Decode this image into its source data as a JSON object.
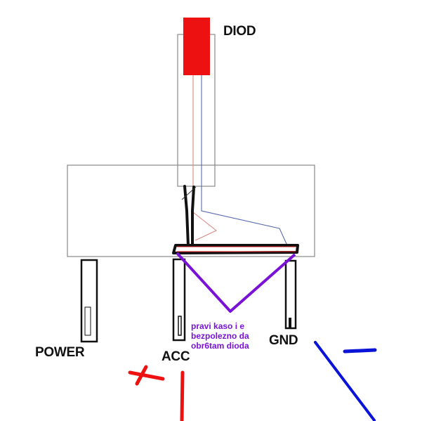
{
  "diagram": {
    "title": "DIOD",
    "pins": [
      {
        "id": "power",
        "label": "POWER"
      },
      {
        "id": "acc",
        "label": "ACC"
      },
      {
        "id": "gnd",
        "label": "GND"
      }
    ],
    "annotation": {
      "lines": [
        "pravi kaso i e",
        "bezpolezno da",
        "obr6tam dioda"
      ]
    },
    "colors": {
      "diode_body": "#ee1111",
      "wire_red": "#d98a84",
      "wire_blue": "#5a6ab0",
      "jumper_purple": "#7a12d6",
      "housing_outline": "#888888",
      "mark_red": "#ee1111",
      "mark_blue": "#0a14d8",
      "ink": "#111111"
    },
    "marks": {
      "acc": "red-cross-and-line",
      "gnd": "blue-slash-and-dash"
    }
  }
}
